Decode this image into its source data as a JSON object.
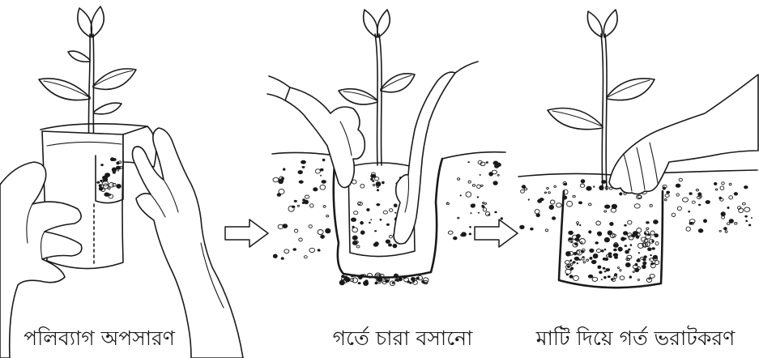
{
  "colors": {
    "ink": "#1a1a1a",
    "background": "#ffffff"
  },
  "steps": [
    {
      "caption": "পলিব্যাগ অপসারণ"
    },
    {
      "caption": "গর্তে চারা বসানো"
    },
    {
      "caption": "মাটি দিয়ে গর্ত ভরাটকরণ"
    }
  ]
}
